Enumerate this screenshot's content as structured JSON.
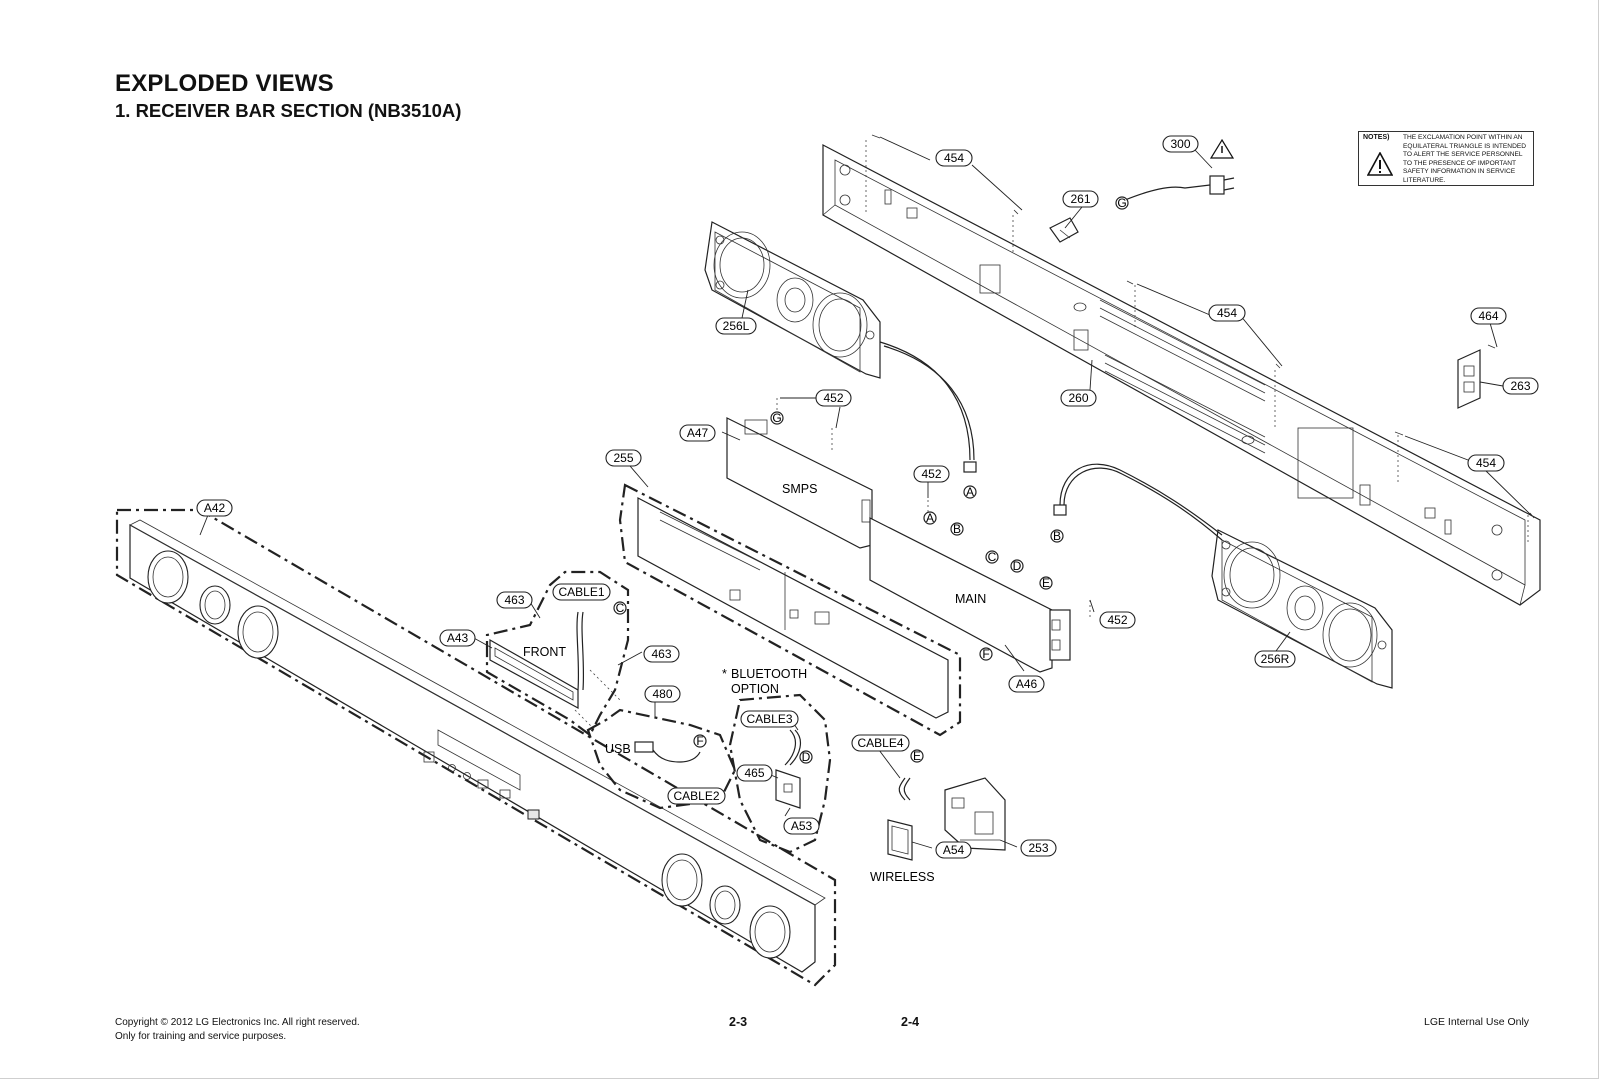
{
  "header": {
    "title": "EXPLODED VIEWS",
    "subtitle": "1. RECEIVER BAR SECTION (NB3510A)"
  },
  "notes": {
    "label": "NOTES)",
    "text": "THE EXCLAMATION POINT WITHIN AN EQUILATERAL TRIANGLE IS INTENDED TO ALERT THE SERVICE PERSONNEL TO THE PRESENCE OF IMPORTANT SAFETY INFORMATION IN SERVICE LITERATURE."
  },
  "callouts": {
    "c454a": "454",
    "c300": "300",
    "c261": "261",
    "c454b": "454",
    "c464": "464",
    "c263": "263",
    "c256L": "256L",
    "c260": "260",
    "c454c": "454",
    "c452a": "452",
    "cA47": "A47",
    "c255": "255",
    "c452b": "452",
    "cA42": "A42",
    "c463a": "463",
    "cCABLE1": "CABLE1",
    "cA43": "A43",
    "c463b": "463",
    "c480": "480",
    "cCABLE3": "CABLE3",
    "c465": "465",
    "cCABLE2": "CABLE2",
    "cA53": "A53",
    "cCABLE4": "CABLE4",
    "cA54": "A54",
    "c253": "253",
    "c452c": "452",
    "cA46": "A46",
    "c256R": "256R"
  },
  "connectors": {
    "G": "G",
    "A": "A",
    "B": "B",
    "C": "C",
    "D": "D",
    "E": "E",
    "F": "F"
  },
  "labels": {
    "smps": "SMPS",
    "main": "MAIN",
    "front": "FRONT",
    "usb": "USB",
    "bluetooth_line1": "BLUETOOTH",
    "bluetooth_line2": "OPTION",
    "bluetooth_star": "*",
    "wireless": "WIRELESS"
  },
  "footer": {
    "copyright": "Copyright © 2012 LG Electronics Inc. All right reserved.",
    "training": "Only for training and service purposes.",
    "page_left": "2-3",
    "page_right": "2-4",
    "internal": "LGE Internal Use Only"
  }
}
